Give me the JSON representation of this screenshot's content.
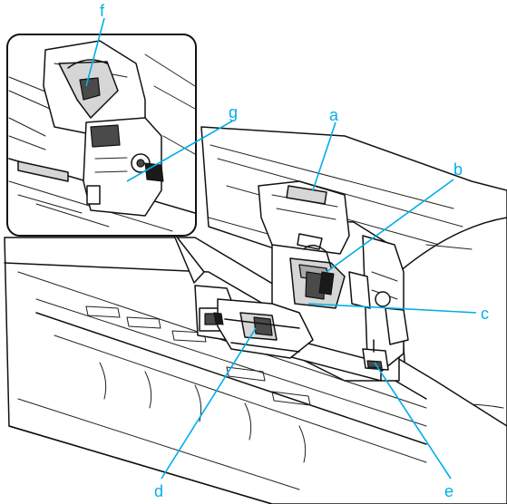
{
  "diagram": {
    "callouts": [
      {
        "id": "a",
        "label": "a",
        "target": "cover"
      },
      {
        "id": "b",
        "label": "b",
        "target": "printhead-lock-lever"
      },
      {
        "id": "c",
        "label": "c",
        "target": "carriage"
      },
      {
        "id": "d",
        "label": "d",
        "target": "printhead-fixer-cover"
      },
      {
        "id": "e",
        "label": "e",
        "target": "lever"
      },
      {
        "id": "f",
        "label": "f",
        "target": "detail-lever"
      },
      {
        "id": "g",
        "label": "g",
        "target": "detail-carriage"
      }
    ],
    "colors": {
      "callout": "#00aee8",
      "outline": "#111111",
      "metal": "#d6d6d6",
      "shadow": "#4a4a4a"
    }
  }
}
